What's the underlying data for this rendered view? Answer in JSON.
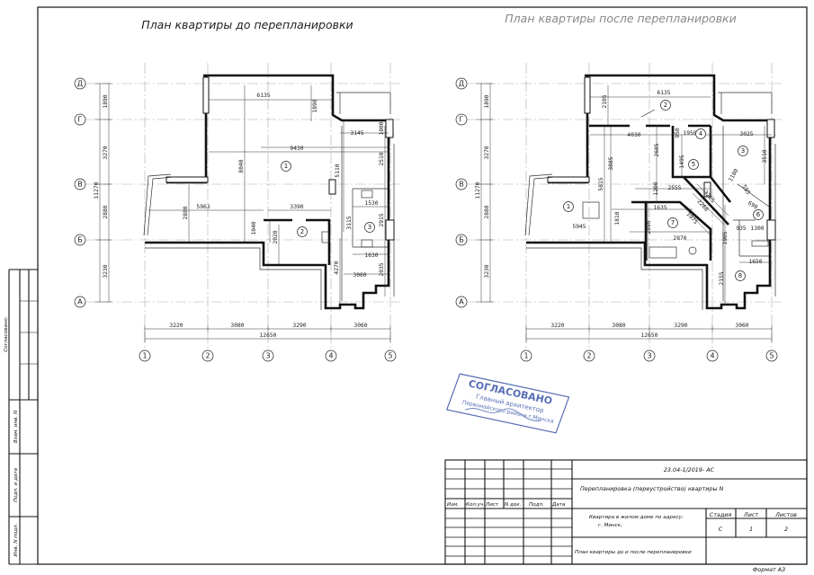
{
  "titles": {
    "before": "План квартиры до перепланировки",
    "after": "План квартиры после перепланировки"
  },
  "axes": {
    "columns": [
      "1",
      "2",
      "3",
      "4",
      "5"
    ],
    "rows": [
      "Д",
      "Г",
      "В",
      "Б",
      "А"
    ],
    "bottom_dims": [
      "3220",
      "3080",
      "3290",
      "3060"
    ],
    "bottom_total": "12650",
    "left_dims": [
      "1890",
      "3270",
      "2880",
      "3230"
    ],
    "left_total": "11270"
  },
  "plan_before": {
    "rooms": [
      "1",
      "2",
      "3"
    ],
    "dims": [
      "6135",
      "1890",
      "3145",
      "1000",
      "9430",
      "8040",
      "5110",
      "2510",
      "5963",
      "3390",
      "2880",
      "1530",
      "3115",
      "2915",
      "1040",
      "2020",
      "1630",
      "4270",
      "2035",
      "3060"
    ]
  },
  "plan_after": {
    "rooms": [
      "1",
      "2",
      "3",
      "4",
      "5",
      "6",
      "7",
      "8"
    ],
    "dims": [
      "6135",
      "2105",
      "4030",
      "950",
      "1950",
      "3025",
      "3885",
      "2685",
      "1495",
      "3510",
      "5815",
      "1200",
      "2555",
      "1100",
      "1635",
      "1810",
      "3265",
      "2260",
      "1975",
      "595",
      "690",
      "5945",
      "2890",
      "2870",
      "935",
      "1300",
      "1905",
      "1650",
      "2155"
    ]
  },
  "stamp": {
    "title": "СОГЛАСОВАНО",
    "line1": "Главный архитектор",
    "line2": "Первомайского района г.Минска"
  },
  "side_strip": {
    "agreed": "Согласовано:",
    "replaced_inv": "Взам. инв. N",
    "sign_date": "Подп. и дата",
    "inv_orig": "Инв. N подл."
  },
  "title_block": {
    "code": "23.04-1/2019- АС",
    "project": "Перепланировка (переустройство) квартиры N",
    "address_line1": "Квартира в жилом доме по адресу:",
    "address_line2": "г. Минск,",
    "sheet_title": "План квартиры до и после перепланировки",
    "headers": [
      "Изм.",
      "Кол.уч.",
      "Лист",
      "N док.",
      "Подп.",
      "Дата"
    ],
    "stage_label": "Стадия",
    "sheet_label": "Лист",
    "sheets_label": "Листов",
    "stage": "С",
    "sheet": "1",
    "sheets": "2"
  },
  "format": "Формат А3"
}
